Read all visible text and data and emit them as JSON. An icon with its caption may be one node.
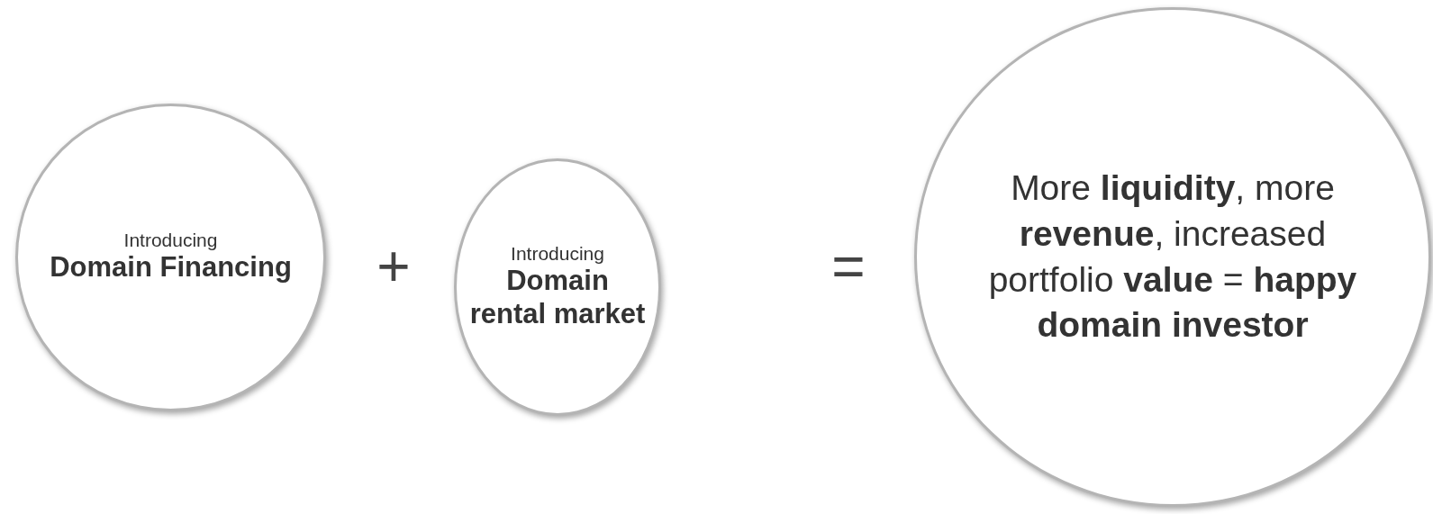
{
  "diagram": {
    "nodes": [
      {
        "text": [
          "Introducing",
          "Domain Financing"
        ]
      },
      {
        "text": [
          "Introducing",
          "Domain rental market"
        ]
      },
      {
        "text": [
          "More **liquidity**, more **revenue**, increased portfolio **value** = **happy domain investor**"
        ]
      }
    ],
    "labels": [
      "+",
      "="
    ]
  }
}
